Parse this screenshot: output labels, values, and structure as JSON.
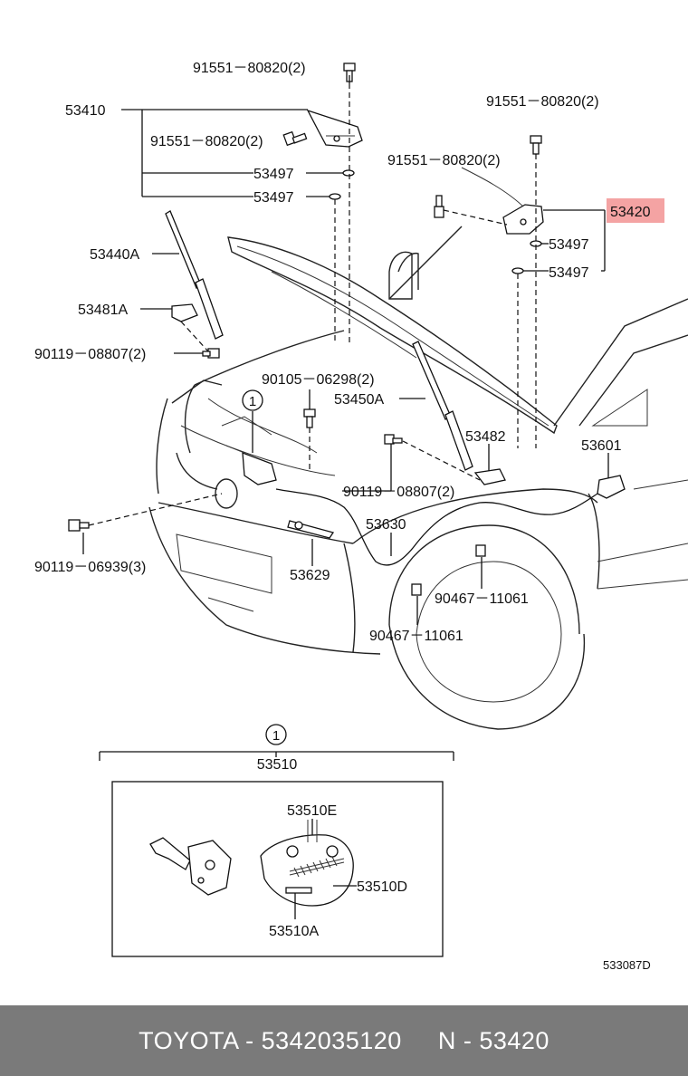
{
  "labels": {
    "bolt_top_left": "91551－80820(2)",
    "hinge_left": "53410",
    "bolt_hinge_left": "91551－80820(2)",
    "washer_1": "53497",
    "washer_2": "53497",
    "bolt_top_right": "91551－80820(2)",
    "bolt_mid_right": "91551－80820(2)",
    "hinge_right": "53420",
    "washer_3": "53497",
    "washer_4": "53497",
    "support_left": "53440A",
    "bracket_left": "53481A",
    "bolt_bracket_left": "90119－08807(2)",
    "bolt_center": "90105－06298(2)",
    "support_right": "53450A",
    "circle_ref": "1",
    "bracket_right": "53482",
    "bolt_bracket_right": "90119－08807(2)",
    "release_lever": "53601",
    "cable": "53630",
    "bolt_front": "90119－06939(3)",
    "hook": "53629",
    "clamp_1": "90467－11061",
    "clamp_2": "90467－11061",
    "lock_assy_ref": "1",
    "lock_assy": "53510",
    "spring_e": "53510E",
    "spring_d": "53510D",
    "spring_a": "53510A",
    "drawing_code": "533087D"
  },
  "highlight_color": "#f4a3a3",
  "footer": {
    "brand": "TOYOTA",
    "sep1": " - ",
    "part_no": "5342035120",
    "gap": "     ",
    "n": "N",
    "sep2": " - ",
    "n_code": "53420"
  }
}
